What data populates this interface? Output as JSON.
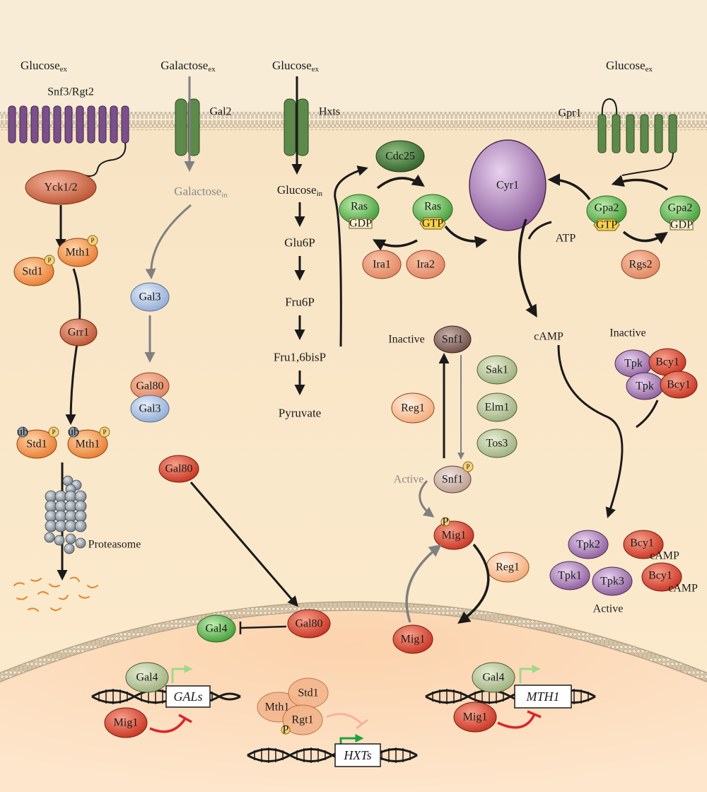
{
  "extracellular": {
    "glucose_snf": "Glucose",
    "galactose": "Galactose",
    "glucose_hxt": "Glucose",
    "glucose_gpr": "Glucose",
    "ex_sub": "ex"
  },
  "receptors": {
    "snf3_rgt2": "Snf3/Rgt2",
    "gal2": "Gal2",
    "hxts": "Hxts",
    "gpr1": "Gpr1"
  },
  "galactose_branch": {
    "galactose_in": "Galactose",
    "in_sub": "in",
    "gal3": "Gal3",
    "gal80_top": "Gal80",
    "gal3_bottom": "Gal3",
    "gal80_free": "Gal80",
    "gal80_nucleus": "Gal80",
    "gal4_nucleus": "Gal4"
  },
  "snf3_branch": {
    "yck": "Yck1/2",
    "std1": "Std1",
    "mth1": "Mth1",
    "grr1": "Grr1",
    "std1_ub": "Std1",
    "mth1_ub": "Mth1",
    "ub": "ub",
    "p": "P",
    "proteasome": "Proteasome"
  },
  "glycolysis": {
    "glucose_in": "Glucose",
    "in_sub": "in",
    "steps": [
      "Glu6P",
      "Fru6P",
      "Fru1,6bisP",
      "Pyruvate"
    ]
  },
  "ras_branch": {
    "cdc25": "Cdc25",
    "ras_gdp": "Ras",
    "gdp": "GDP",
    "ras_gtp": "Ras",
    "gtp": "GTP",
    "ira1": "Ira1",
    "ira2": "Ira2",
    "cyr1": "Cyr1",
    "atp": "ATP",
    "camp": "cAMP"
  },
  "gpa_branch": {
    "gpa2_gtp": "Gpa2",
    "gtp": "GTP",
    "gpa2_gdp": "Gpa2",
    "gdp": "GDP",
    "rgs2": "Rgs2"
  },
  "pka": {
    "inactive": "Inactive",
    "tpk_a": "Tpk",
    "bcy1_a": "Bcy1",
    "tpk_b": "Tpk",
    "bcy1_b": "Bcy1",
    "tpk2": "Tpk2",
    "tpk1": "Tpk1",
    "tpk3": "Tpk3",
    "bcy1_c": "Bcy1",
    "bcy1_d": "Bcy1",
    "camp_sub": "cAMP",
    "active": "Active"
  },
  "snf1_branch": {
    "inactive": "Inactive",
    "snf1_inactive": "Snf1",
    "sak1": "Sak1",
    "elm1": "Elm1",
    "tos3": "Tos3",
    "reg1_top": "Reg1",
    "active": "Active",
    "snf1_active": "Snf1",
    "mig1_p": "Mig1",
    "reg1_bottom": "Reg1",
    "mig1_nuc": "Mig1"
  },
  "nucleus": {
    "gal4_gals": "Gal4",
    "gals_gene": "GALs",
    "mig1_gals": "Mig1",
    "mth1": "Mth1",
    "std1": "Std1",
    "rgt1": "Rgt1",
    "hxts_gene": "HXTs",
    "gal4_mth1": "Gal4",
    "mth1_gene": "MTH1",
    "mig1_mth1": "Mig1"
  },
  "colors": {
    "cytoplasm": "#fbe3bd",
    "nucleus": "#fcd3ad",
    "membrane": "#bfa98a",
    "receptor_purple": "#7b4f8a",
    "transporter_green": "#5d8a4a",
    "protein_orange": "#f08a3c",
    "protein_red": "#d8412f",
    "protein_green": "#5aa84a",
    "protein_purple": "#9a6fa8",
    "arrow": "#1a1a1a",
    "gray_arrow": "#808080",
    "activation_green": "#1ea33c",
    "repression_red": "#d9262a"
  }
}
